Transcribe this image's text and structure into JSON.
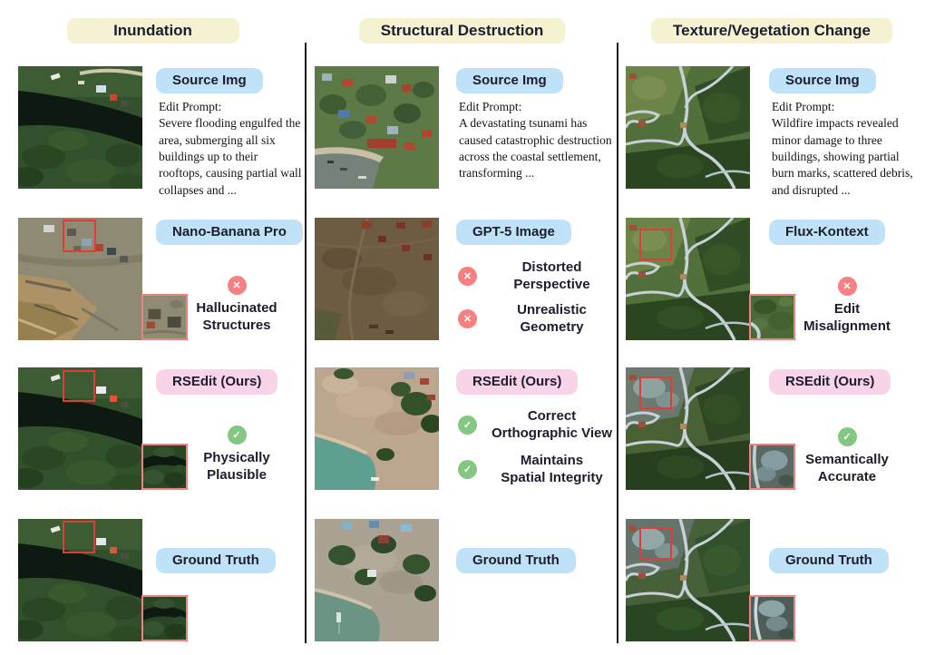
{
  "colors": {
    "header_bg": "#f5f2d2",
    "label_bg": "#bfe2f8",
    "ours_bg": "#f9d3e8",
    "text_dark": "#1d1d2e",
    "cross_bg": "#f98080",
    "check_bg": "#84c784",
    "box_red": "#e23c38",
    "inset_border": "#ee8282",
    "divider": "#1a1a1a"
  },
  "icons": {
    "cross-icon": "✕",
    "check-icon": "✓"
  },
  "columns": [
    {
      "header": "Inundation",
      "source": {
        "label": "Source Img",
        "prompt_title": "Edit Prompt:",
        "prompt": "Severe flooding engulfed the area, submerging all six buildings up to their rooftops, causing partial wall collapses and ..."
      },
      "baseline": {
        "label": "Nano-Banana Pro",
        "points": [
          {
            "icon": "cross-icon",
            "text": "Hallucinated\nStructures"
          }
        ]
      },
      "ours": {
        "label": "RSEdit (Ours)",
        "points": [
          {
            "icon": "check-icon",
            "text": "Physically\nPlausible"
          }
        ]
      },
      "ground_truth": {
        "label": "Ground Truth"
      }
    },
    {
      "header": "Structural Destruction",
      "source": {
        "label": "Source Img",
        "prompt_title": "Edit Prompt:",
        "prompt": "A devastating tsunami has caused catastrophic destruction across the coastal settlement, transforming ..."
      },
      "baseline": {
        "label": "GPT-5 Image",
        "points": [
          {
            "icon": "cross-icon",
            "text": "Distorted\nPerspective"
          },
          {
            "icon": "cross-icon",
            "text": "Unrealistic\nGeometry"
          }
        ]
      },
      "ours": {
        "label": "RSEdit (Ours)",
        "points": [
          {
            "icon": "check-icon",
            "text": "Correct\nOrthographic View"
          },
          {
            "icon": "check-icon",
            "text": "Maintains\nSpatial Integrity"
          }
        ]
      },
      "ground_truth": {
        "label": "Ground Truth"
      }
    },
    {
      "header": "Texture/Vegetation Change",
      "source": {
        "label": "Source Img",
        "prompt_title": "Edit Prompt:",
        "prompt": "Wildfire impacts revealed minor damage to three buildings, showing partial burn marks, scattered debris, and disrupted ..."
      },
      "baseline": {
        "label": "Flux-Kontext",
        "points": [
          {
            "icon": "cross-icon",
            "text": "Edit\nMisalignment"
          }
        ]
      },
      "ours": {
        "label": "RSEdit (Ours)",
        "points": [
          {
            "icon": "check-icon",
            "text": "Semantically\nAccurate"
          }
        ]
      },
      "ground_truth": {
        "label": "Ground Truth"
      }
    }
  ]
}
